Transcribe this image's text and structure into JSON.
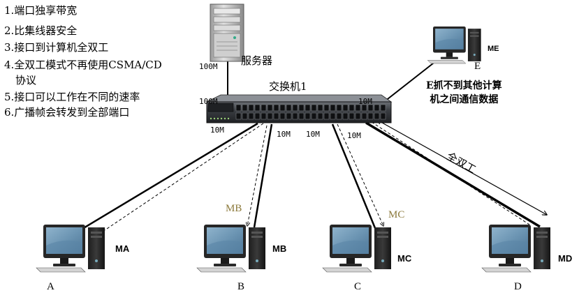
{
  "features": [
    "1.端口独享带宽",
    "2.比集线器安全",
    "3.接口到计算机全双工",
    "4.全双工模式不再使用CSMA/CD",
    "协议",
    "5.接口可以工作在不同的速率",
    "6.广播帧会转发到全部端口"
  ],
  "server": {
    "label": "服务器",
    "speed_top": "100M",
    "speed_port": "100M"
  },
  "switch": {
    "label": "交换机1"
  },
  "hosts": {
    "a": {
      "name": "MA",
      "letter": "A",
      "speed": "10M"
    },
    "b": {
      "name": "MB",
      "letter": "B",
      "speed": "10M",
      "flow_label": "MB"
    },
    "c": {
      "name": "MC",
      "letter": "C",
      "speed": "10M",
      "flow_label": "MC"
    },
    "d": {
      "name": "MD",
      "letter": "D",
      "speed": "10M"
    },
    "e": {
      "name": "ME",
      "letter": "E",
      "speed": "10M"
    }
  },
  "note_lines": [
    "E抓不到其他计算",
    "机之间通信数据"
  ],
  "full_duplex": "全双工",
  "colors": {
    "line": "#000000",
    "flow_label": "#8c7a3c",
    "switch_body": "#3a3d42",
    "monitor_bezel": "#262626",
    "screen": "#6c95b3"
  }
}
